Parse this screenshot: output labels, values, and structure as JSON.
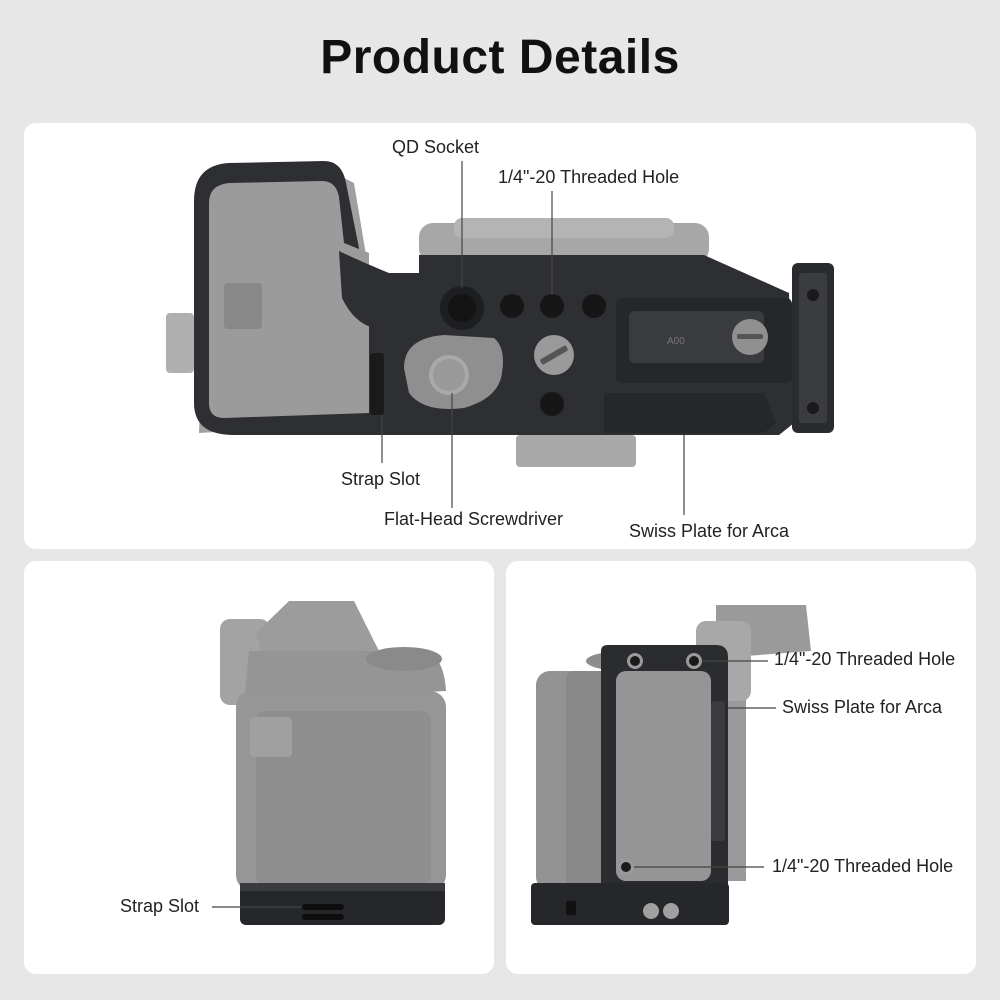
{
  "title": "Product Details",
  "top_panel": {
    "callouts": {
      "qd_socket": "QD Socket",
      "threaded_hole": "1/4\"-20 Threaded Hole",
      "strap_slot": "Strap Slot",
      "screwdriver": "Flat-Head Screwdriver",
      "swiss_plate": "Swiss Plate for Arca"
    },
    "plate_engraving": "A00"
  },
  "bottom_left_panel": {
    "callouts": {
      "strap_slot": "Strap Slot"
    }
  },
  "bottom_right_panel": {
    "callouts": {
      "threaded_hole_top": "1/4\"-20 Threaded Hole",
      "swiss_plate": "Swiss Plate for Arca",
      "threaded_hole_bottom": "1/4\"-20 Threaded Hole"
    }
  },
  "colors": {
    "background": "#e7e7e7",
    "panel": "#ffffff",
    "cage": "#2f3033",
    "camera_body": "#9a9a9a",
    "accent_metal": "#8c8c8c"
  }
}
